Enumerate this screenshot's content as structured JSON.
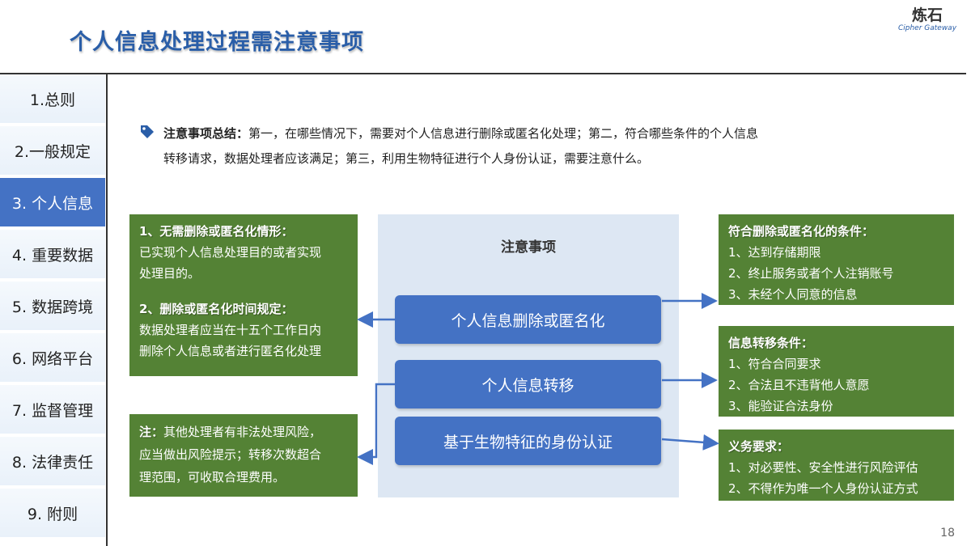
{
  "title": "个人信息处理过程需注意事项",
  "logo": {
    "cn": "炼石",
    "en": "Cipher Gateway"
  },
  "sidebar": {
    "items": [
      {
        "label": "1.总则"
      },
      {
        "label": "2.一般规定"
      },
      {
        "label": "3. 个人信息",
        "active": true
      },
      {
        "label": "4. 重要数据"
      },
      {
        "label": "5. 数据跨境"
      },
      {
        "label": "6. 网络平台"
      },
      {
        "label": "7. 监督管理"
      },
      {
        "label": "8. 法律责任"
      },
      {
        "label": "9. 附则"
      }
    ]
  },
  "summary": {
    "label": "注意事项总结：",
    "line1": "第一，在哪些情况下，需要对个人信息进行删除或匿名化处理；第二，符合哪些条件的个人信息",
    "line2": "转移请求，数据处理者应该满足；第三，利用生物特征进行个人身份认证，需要注意什么。"
  },
  "center": {
    "title": "注意事项",
    "items": [
      "个人信息删除或匿名化",
      "个人信息转移",
      "基于生物特征的身份认证"
    ]
  },
  "left_top": {
    "h1": "1、无需删除或匿名化情形：",
    "t1": [
      "已实现个人信息处理目的或者实现",
      "处理目的。"
    ],
    "h2": "2、删除或匿名化时间规定：",
    "t2": [
      "数据处理者应当在十五个工作日内",
      "删除个人信息或者进行匿名化处理"
    ]
  },
  "left_bottom": {
    "h": "注：",
    "lines": [
      "其他处理者有非法处理风险，",
      "应当做出风险提示；转移次数超合",
      "理范围，可收取合理费用。"
    ]
  },
  "right_1": {
    "h": "符合删除或匿名化的条件：",
    "lines": [
      "1、达到存储期限",
      "2、终止服务或者个人注销账号",
      "3、未经个人同意的信息"
    ]
  },
  "right_2": {
    "h": "信息转移条件：",
    "lines": [
      "1、符合合同要求",
      "2、合法且不违背他人意愿",
      "3、能验证合法身份"
    ]
  },
  "right_3": {
    "h": "义务要求：",
    "lines": [
      "1、对必要性、安全性进行风险评估",
      "2、不得作为唯一个人身份认证方式"
    ]
  },
  "page_number": "18",
  "colors": {
    "title": "#2a5ea8",
    "nav_active": "#4472c4",
    "box_blue": "#4472c4",
    "box_green": "#548235",
    "panel": "#dde7f3"
  }
}
